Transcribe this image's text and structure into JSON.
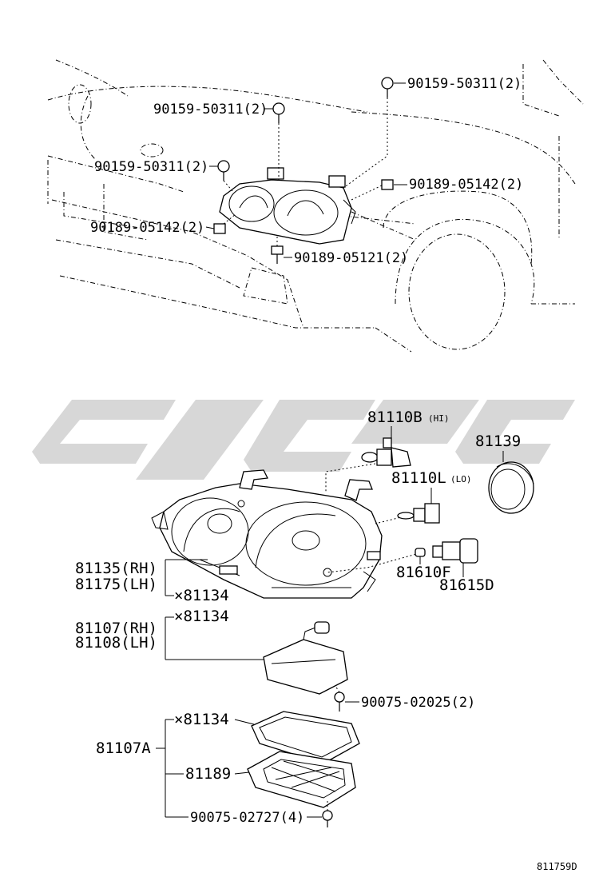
{
  "diagram_id": "811759D",
  "upper_callouts": {
    "clip_top_right": "90159-50311(2)",
    "clip_top_left": "90159-50311(2)",
    "clip_mid_left": "90159-50311(2)",
    "nut_right": "90189-05142(2)",
    "nut_left": "90189-05142(2)",
    "nut_bottom": "90189-05121(2)"
  },
  "bulbs": {
    "hi_bulb_code": "81110B",
    "hi_bulb_suffix": "(HI)",
    "lo_bulb_code": "81110L",
    "lo_bulb_suffix": "(LO)",
    "cap": "81139",
    "socket_small": "81610F",
    "socket_large": "81615D"
  },
  "lamp_assembly": {
    "rh": "81135(RH)",
    "lh": "81175(LH)",
    "sub": "×81134"
  },
  "unit": {
    "rh": "81107(RH)",
    "lh": "81108(LH)",
    "sub": "×81134",
    "screw": "90075-02025(2)"
  },
  "cover_set": {
    "code": "81107A",
    "gasket": "×81134",
    "cover": "81189",
    "screw": "90075-02727(4)"
  }
}
